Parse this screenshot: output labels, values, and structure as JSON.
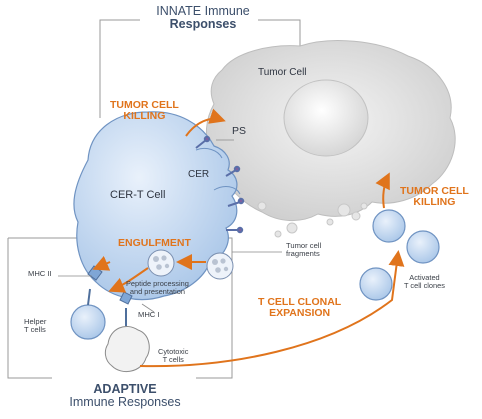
{
  "title_innate_line1": "INNATE Immune",
  "title_innate_line2": "Responses",
  "title_adaptive_line1": "ADAPTIVE",
  "title_adaptive_line2": "Immune Responses",
  "tumor_cell": "Tumor Cell",
  "cer_t_cell": "CER-T Cell",
  "tumor_cell_killing_left": "TUMOR CELL\nKILLING",
  "tumor_cell_killing_right": "TUMOR CELL\nKILLING",
  "ps": "PS",
  "cer": "CER",
  "engulfment": "ENGULFMENT",
  "tumor_cell_fragments": "Tumor cell\nfragments",
  "mhc_ii": "MHC II",
  "mhc_i": "MHC I",
  "peptide_processing": "Peptide processing\nand presentation",
  "helper_t_cells": "Helper\nT cells",
  "cytotoxic_t_cells": "Cytotoxic\nT cells",
  "t_cell_clonal_expansion": "T CELL CLONAL\nEXPANSION",
  "activated_t_cell_clones": "Activated\nT cell clones",
  "colors": {
    "accent_orange": "#e0741c",
    "cell_blue": "#c5daf1",
    "cell_outline": "#6f93c2",
    "tumor_gray": "#dedede",
    "title_navy": "#3c4f6b"
  }
}
